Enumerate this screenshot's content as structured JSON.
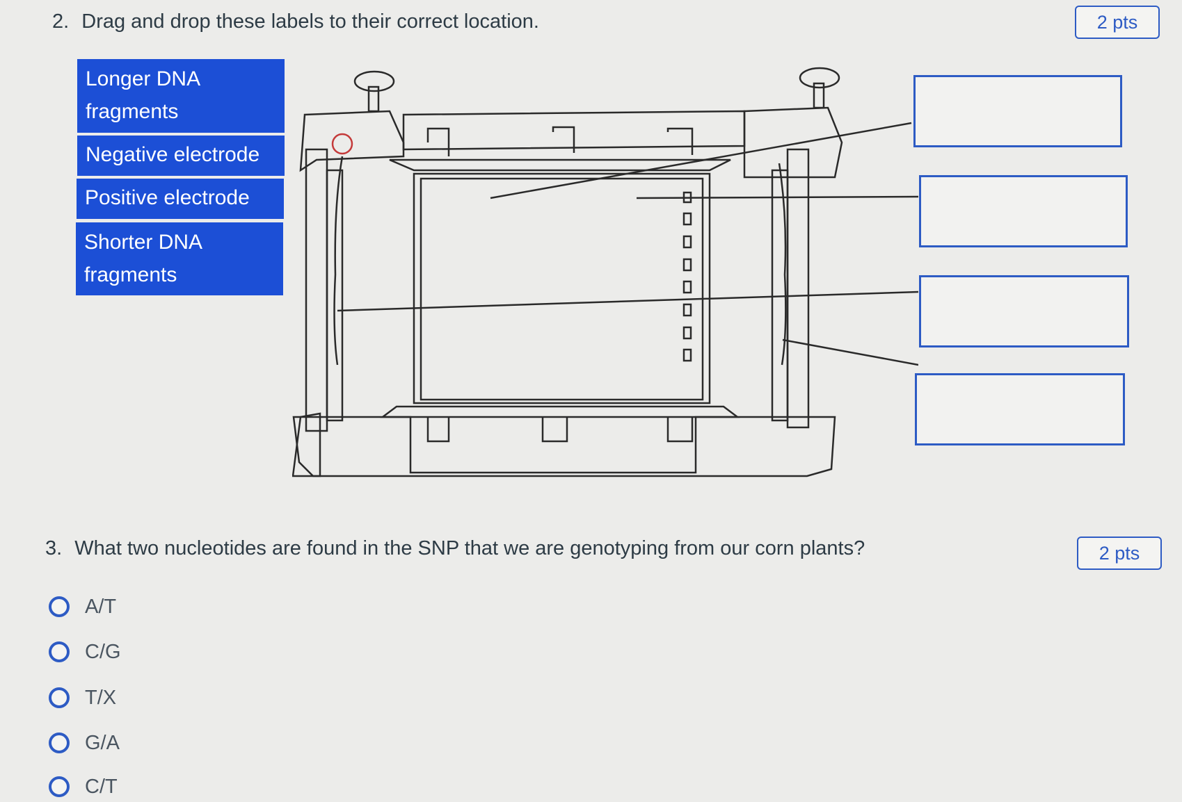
{
  "question2": {
    "number": "2.",
    "title": "Drag and drop these labels to their correct location.",
    "points": "2 pts",
    "labels": [
      {
        "line1": "Longer DNA",
        "line2": "fragments"
      },
      {
        "line1": "Negative electrode"
      },
      {
        "line1": "Positive electrode"
      },
      {
        "line1": "Shorter DNA",
        "line2": "fragments"
      }
    ]
  },
  "question3": {
    "number": "3.",
    "title": "What two nucleotides are found in the SNP that we are genotyping from our corn plants?",
    "points": "2 pts",
    "options": [
      "A/T",
      "C/G",
      "T/X",
      "G/A",
      "C/T"
    ]
  },
  "colors": {
    "accent": "#2d5bc4",
    "label_bg": "#1c4fd6",
    "background": "#ececea"
  },
  "icons": [
    "radio-button-icon"
  ]
}
